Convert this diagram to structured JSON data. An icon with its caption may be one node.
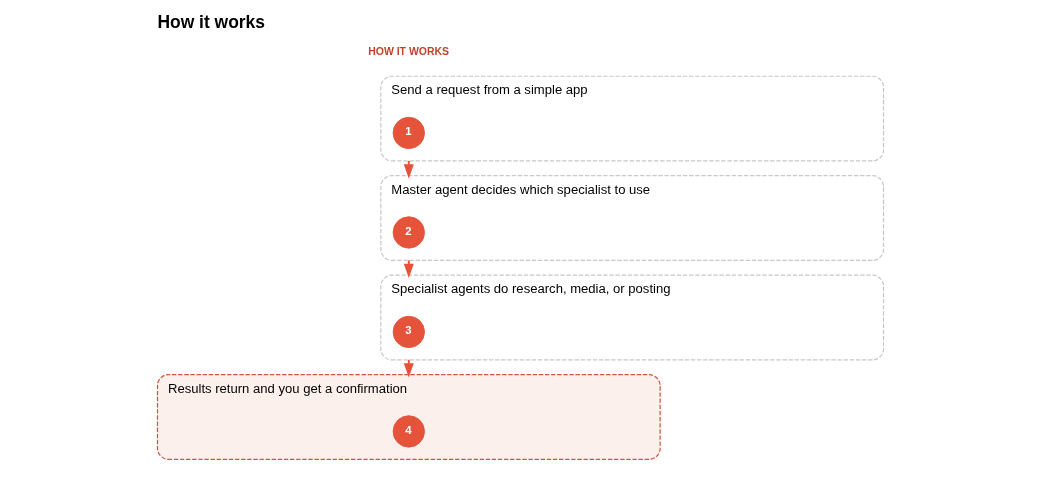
{
  "diagram": {
    "title": "How it works",
    "nodes": [
      {
        "text": [
          "Send a request from a simple app"
        ]
      },
      {
        "text": [
          "1"
        ],
        "in": 0
      },
      {
        "text": [
          "Master agent decides which specialist to use"
        ]
      },
      {
        "text": [
          "2"
        ],
        "in": 2
      },
      {
        "text": [
          "Specialist agents do research, media, or posting"
        ]
      },
      {
        "text": [
          "3"
        ],
        "in": 4
      },
      {
        "text": [
          "Results return and you get a confirmation"
        ]
      },
      {
        "text": [
          "4"
        ],
        "in": 6
      }
    ],
    "edges": [
      {
        "from": 0,
        "to": 2,
        "arrow": "to"
      },
      {
        "from": 2,
        "to": 4,
        "arrow": "to"
      },
      {
        "from": 4,
        "to": 6,
        "arrow": "to"
      }
    ],
    "labels": [
      "HOW IT WORKS"
    ]
  }
}
